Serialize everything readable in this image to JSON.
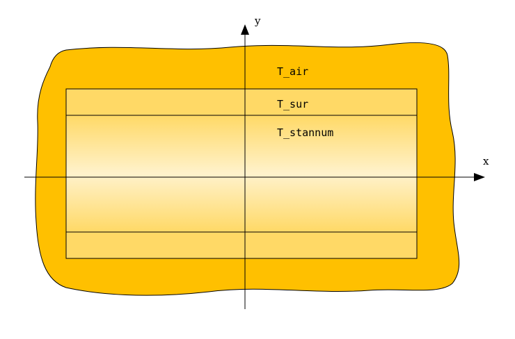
{
  "diagram": {
    "labels": {
      "air": "T_air",
      "sur": "T_sur",
      "stannum": "T_stannum",
      "x_axis": "x",
      "y_axis": "y"
    },
    "colors": {
      "air_region": "#ffc000",
      "sur_layer": "#ffd966",
      "stannum_edge": "#ffd966",
      "stannum_center": "#fff2cc",
      "outline": "#000000"
    }
  }
}
